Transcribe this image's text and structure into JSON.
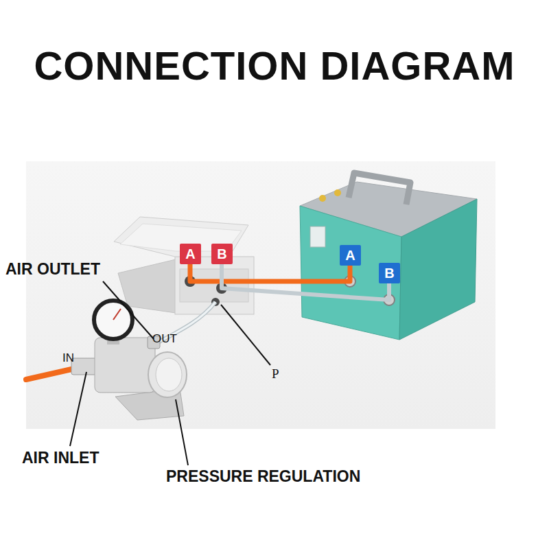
{
  "diagram": {
    "title": "CONNECTION DIAGRAM",
    "nodes": [
      {
        "text": [
          "A"
        ]
      },
      {
        "text": [
          "B"
        ]
      },
      {
        "text": [
          "A"
        ]
      },
      {
        "text": [
          "B"
        ]
      }
    ],
    "edges": [
      {
        "from": 0,
        "to": 2,
        "arrow": "none"
      },
      {
        "from": 1,
        "to": 3,
        "arrow": "none"
      }
    ],
    "labels": [
      "AIR OUTLET",
      "OUT",
      "IN",
      "P",
      "AIR INLET",
      "PRESSURE REGULATION"
    ]
  }
}
